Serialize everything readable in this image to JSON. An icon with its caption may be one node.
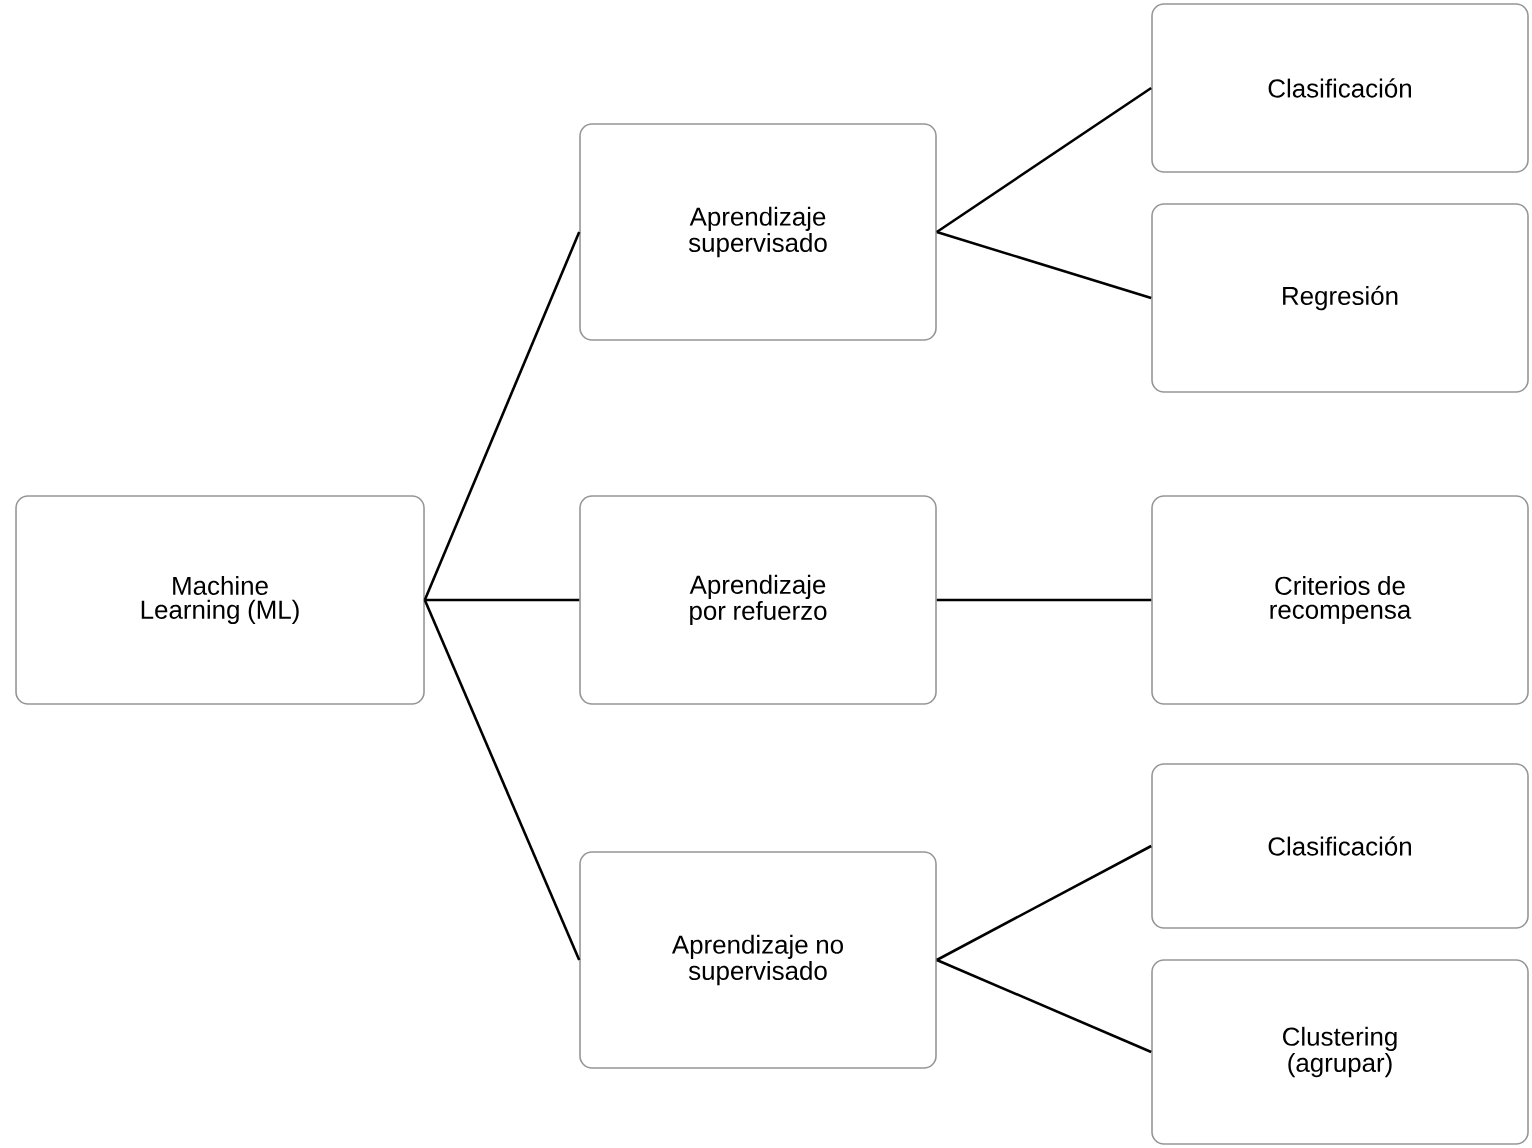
{
  "diagram": {
    "nodes": [
      {
        "text": [
          "Machine Learning (ML)"
        ]
      },
      {
        "text": [
          "Aprendizaje supervisado"
        ]
      },
      {
        "text": [
          "Aprendizaje por refuerzo"
        ]
      },
      {
        "text": [
          "Aprendizaje no supervisado"
        ]
      },
      {
        "text": [
          "Clasificación"
        ]
      },
      {
        "text": [
          "Regresión"
        ]
      },
      {
        "text": [
          "Criterios de recompensa"
        ]
      },
      {
        "text": [
          "Clasificación"
        ]
      },
      {
        "text": [
          "Clustering (agrupar)"
        ]
      }
    ],
    "edges": [
      {
        "from": 0,
        "to": 1,
        "arrow": "none"
      },
      {
        "from": 0,
        "to": 2,
        "arrow": "none"
      },
      {
        "from": 0,
        "to": 3,
        "arrow": "none"
      },
      {
        "from": 1,
        "to": 4,
        "arrow": "none"
      },
      {
        "from": 1,
        "to": 5,
        "arrow": "none"
      },
      {
        "from": 2,
        "to": 6,
        "arrow": "none"
      },
      {
        "from": 3,
        "to": 7,
        "arrow": "none"
      },
      {
        "from": 3,
        "to": 8,
        "arrow": "none"
      }
    ]
  }
}
